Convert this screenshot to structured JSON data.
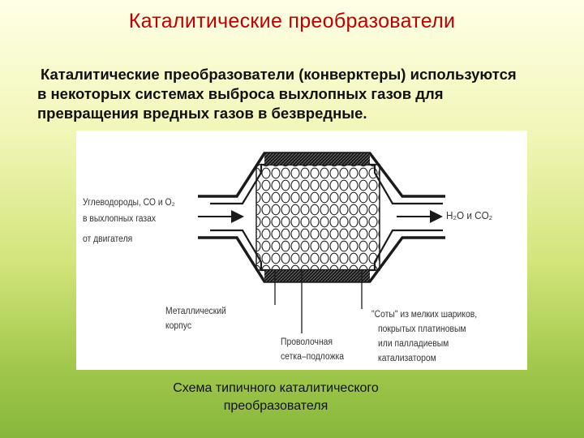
{
  "title": "Каталитические преобразователи",
  "intro": [
    "Каталитические преобразователи (конверктеры) используются",
    "в некоторых системах выброса выхлопных газов для",
    "превращения вредных газов в безвредные."
  ],
  "diagram": {
    "inlet": [
      "Углеводороды, СО и О₂",
      "в выхлопных газах",
      "от двигателя"
    ],
    "outlet": "H₂O и CO₂",
    "housing": [
      "Металлический",
      "корпус"
    ],
    "mesh": [
      "Проволочная",
      "сетка–подложка"
    ],
    "honeycomb": [
      "\"Соты\" из мелких шариков,",
      "покрытых платиновым",
      "или палладиевым",
      "катализатором"
    ]
  },
  "caption": [
    "Схема типичного каталитического",
    "преобразователя"
  ],
  "colors": {
    "title": "#c00000",
    "text": "#111111",
    "figure_ink": "#1a1a1a"
  }
}
